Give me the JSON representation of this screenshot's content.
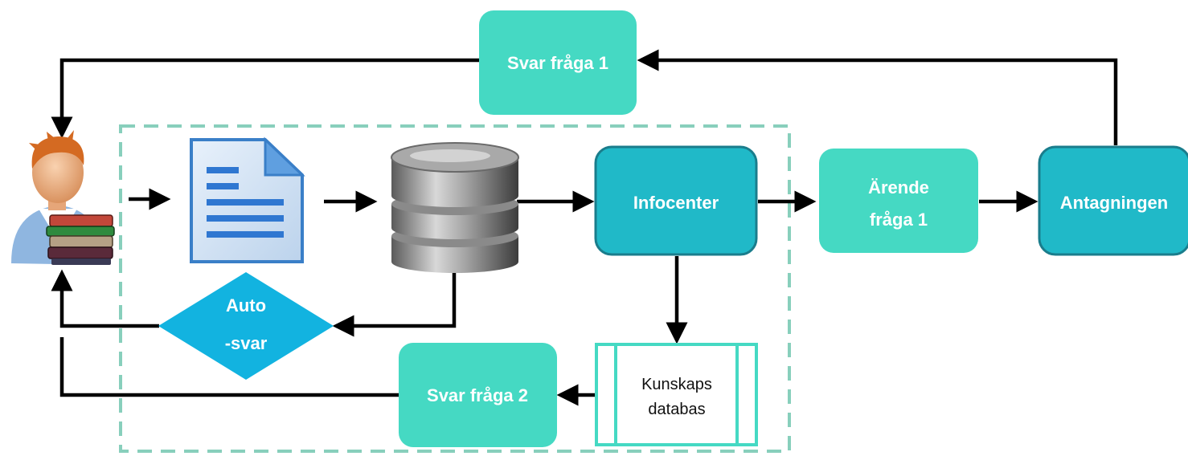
{
  "nodes": {
    "svar1": "Svar fråga 1",
    "infocenter": "Infocenter",
    "arende_line1": "Ärende",
    "arende_line2": "fråga 1",
    "antagningen": "Antagningen",
    "auto_line1": "Auto",
    "auto_line2": "-svar",
    "svar2": "Svar fråga 2",
    "kunskaps_line1": "Kunskaps",
    "kunskaps_line2": "databas"
  },
  "icons": {
    "user": "user-with-books-icon",
    "document": "document-icon",
    "database": "database-icon"
  },
  "colors": {
    "mint": "#45d9c3",
    "teal": "#20b9c8",
    "teal_border": "#1a7d8c",
    "diamond": "#12b3e0",
    "dashed_frame": "#88cfbc",
    "arrow": "#000000"
  }
}
